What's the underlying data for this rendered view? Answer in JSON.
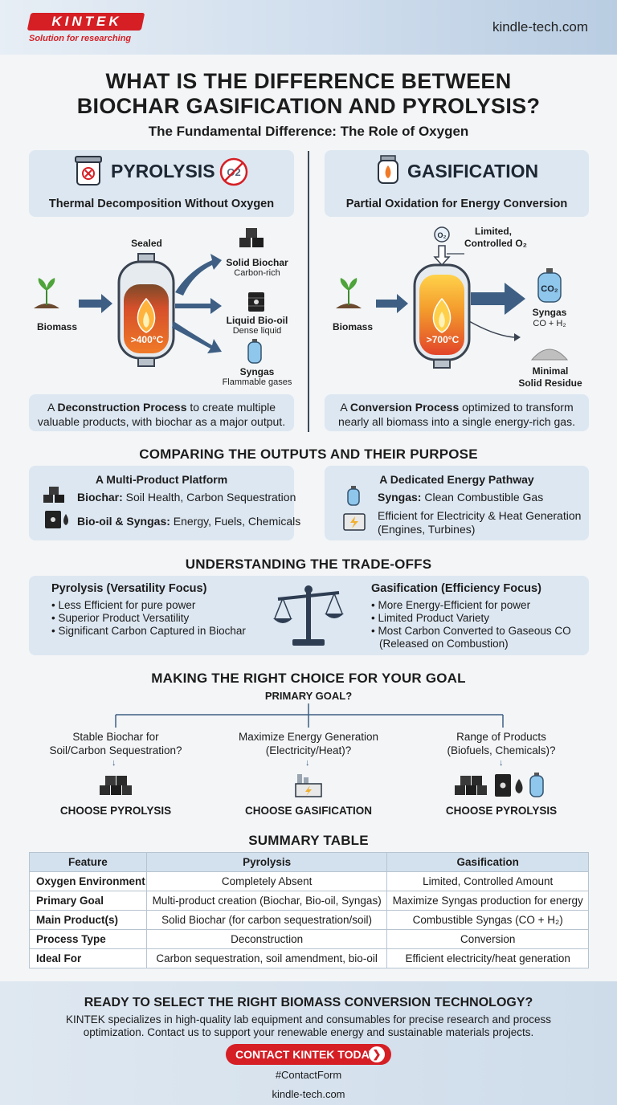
{
  "header": {
    "logo": "KINTEK",
    "tagline": "Solution for researching",
    "site": "kindle-tech.com"
  },
  "title": {
    "line1": "WHAT IS THE DIFFERENCE BETWEEN",
    "line2": "BIOCHAR GASIFICATION AND PYROLYSIS?",
    "subtitle": "The Fundamental Difference: The Role of Oxygen"
  },
  "pyrolysis": {
    "title": "PYROLYSIS",
    "subtitle": "Thermal Decomposition Without Oxygen",
    "o2_symbol": "O2",
    "sealed": "Sealed",
    "input": "Biomass",
    "temp": ">400°C",
    "outputs": [
      {
        "name": "Solid Biochar",
        "desc": "Carbon-rich"
      },
      {
        "name": "Liquid Bio-oil",
        "desc": "Dense liquid"
      },
      {
        "name": "Syngas",
        "desc": "Flammable gases"
      }
    ],
    "desc_pre": "A ",
    "desc_bold": "Deconstruction Process",
    "desc_post": " to create multiple valuable products, with biochar as a major output."
  },
  "gasification": {
    "title": "GASIFICATION",
    "subtitle": "Partial Oxidation for Energy Conversion",
    "oxygen_label_1": "Limited,",
    "oxygen_label_2": "Controlled O₂",
    "o2_bubble": "O₂",
    "input": "Biomass",
    "temp": ">700°C",
    "co2_label": "CO₂",
    "syngas": "Syngas",
    "syngas_formula": "CO + H₂",
    "residue_1": "Minimal",
    "residue_2": "Solid Residue",
    "desc_pre": "A ",
    "desc_bold": "Conversion Process",
    "desc_post": " optimized to transform nearly all biomass into a single energy-rich gas."
  },
  "outputs": {
    "heading": "COMPARING THE OUTPUTS AND THEIR PURPOSE",
    "left": {
      "title": "A Multi-Product Platform",
      "rows": [
        {
          "bold": "Biochar:",
          "text": " Soil Health, Carbon Sequestration"
        },
        {
          "bold": "Bio-oil & Syngas:",
          "text": " Energy, Fuels, Chemicals"
        }
      ]
    },
    "right": {
      "title": "A Dedicated Energy Pathway",
      "row1_bold": "Syngas:",
      "row1_text": " Clean Combustible Gas",
      "row2_line1": "Efficient for Electricity & Heat Generation",
      "row2_line2": "(Engines, Turbines)"
    }
  },
  "tradeoffs": {
    "heading": "UNDERSTANDING THE TRADE-OFFS",
    "left_title": "Pyrolysis (Versatility Focus)",
    "left": [
      "Less Efficient for pure power",
      "Superior Product Versatility",
      "Significant Carbon Captured in Biochar"
    ],
    "right_title": "Gasification (Efficiency Focus)",
    "right": [
      "More Energy-Efficient for power",
      "Limited Product Variety",
      "Most Carbon Converted to Gaseous CO",
      "(Released on Combustion)"
    ]
  },
  "choice": {
    "heading": "MAKING THE RIGHT CHOICE FOR YOUR GOAL",
    "root": "PRIMARY GOAL?",
    "options": [
      {
        "q1": "Stable Biochar for",
        "q2": "Soil/Carbon Sequestration?",
        "answer": "CHOOSE PYROLYSIS"
      },
      {
        "q1": "Maximize Energy Generation",
        "q2": "(Electricity/Heat)?",
        "answer": "CHOOSE GASIFICATION"
      },
      {
        "q1": "Range of Products",
        "q2": "(Biofuels, Chemicals)?",
        "answer": "CHOOSE PYROLYSIS"
      }
    ]
  },
  "table": {
    "heading": "SUMMARY TABLE",
    "headers": [
      "Feature",
      "Pyrolysis",
      "Gasification"
    ],
    "rows": [
      [
        "Oxygen Environment",
        "Completely Absent",
        "Limited, Controlled Amount"
      ],
      [
        "Primary Goal",
        "Multi-product creation (Biochar, Bio-oil, Syngas)",
        "Maximize Syngas production for energy"
      ],
      [
        "Main Product(s)",
        "Solid Biochar (for carbon sequestration/soil)",
        "Combustible Syngas (CO + H₂)"
      ],
      [
        "Process Type",
        "Deconstruction",
        "Conversion"
      ],
      [
        "Ideal For",
        "Carbon sequestration, soil amendment, bio-oil",
        "Efficient electricity/heat generation"
      ]
    ]
  },
  "footer": {
    "heading": "READY TO SELECT THE RIGHT BIOMASS CONVERSION TECHNOLOGY?",
    "line1": "KINTEK specializes in high-quality lab equipment and consumables for precise research and process",
    "line2": "optimization. Contact us to support your renewable energy and sustainable materials projects.",
    "button": "CONTACT KINTEK TODAY",
    "hashtag": "#ContactForm",
    "site": "kindle-tech.com"
  },
  "colors": {
    "brand_red": "#d51f25",
    "panel_blue": "#dde7f1",
    "arrow_blue": "#3e5f83",
    "dark": "#1d2633"
  }
}
